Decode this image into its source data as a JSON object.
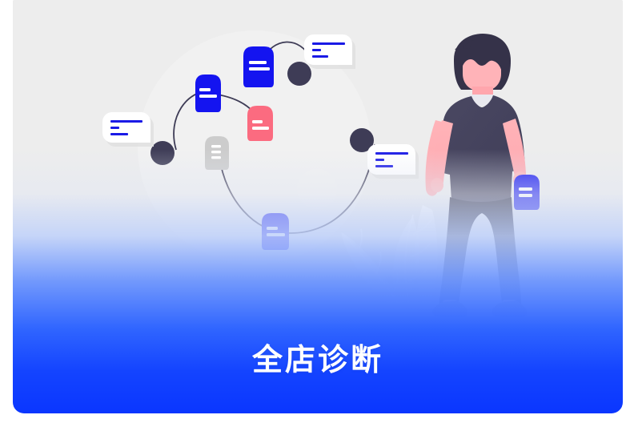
{
  "banner": {
    "title": "全店诊断",
    "title_color": "#ffffff",
    "card_background": "#ededed",
    "gradient_top": "#ededed",
    "gradient_bottom": "#0a36ff",
    "accent_blue": "#1a1ae6",
    "doc_blue": "#1414f0",
    "doc_pink": "#fb6b80",
    "doc_gray": "#cccccc",
    "pin_dark": "#3e3c56",
    "skin": "#ffb3b8",
    "hair": "#353249",
    "shirt": "#474560",
    "pants": "#2b2a3d",
    "shoe": "#6e7792"
  },
  "illustration": {
    "name": "store-diagnosis-illustration",
    "documents": [
      {
        "id": "doc-top-blue",
        "color": "#1414f0",
        "lines": 2,
        "label": "document-icon"
      },
      {
        "id": "doc-left-blue",
        "color": "#1414f0",
        "lines": 2,
        "label": "document-icon"
      },
      {
        "id": "doc-pink",
        "color": "#fb6b80",
        "lines": 2,
        "label": "document-icon"
      },
      {
        "id": "doc-gray",
        "color": "#cccccc",
        "lines": 3,
        "label": "document-icon"
      },
      {
        "id": "doc-bottom-blue",
        "color": "#1414f0",
        "lines": 2,
        "label": "document-icon"
      },
      {
        "id": "doc-held-blue",
        "color": "#1414f0",
        "lines": 2,
        "label": "document-icon"
      }
    ],
    "bubbles": [
      {
        "id": "bubble-left",
        "lines": 3
      },
      {
        "id": "bubble-top",
        "lines": 3
      },
      {
        "id": "bubble-right",
        "lines": 3
      }
    ],
    "pins": [
      {
        "id": "pin-left"
      },
      {
        "id": "pin-topright"
      },
      {
        "id": "pin-midright"
      }
    ],
    "person": {
      "id": "person-figure",
      "pose": "standing-back-view-holding-document"
    }
  }
}
